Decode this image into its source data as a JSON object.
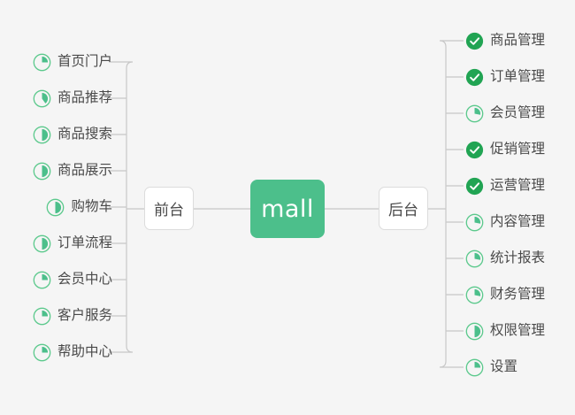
{
  "diagram": {
    "type": "mind-map",
    "background_color": "#f5f5f5",
    "root": {
      "label": "mall",
      "fill_color": "#4CBF8B",
      "text_color": "#ffffff"
    },
    "branches": [
      {
        "id": "frontend",
        "label": "前台",
        "side": "left"
      },
      {
        "id": "backend",
        "label": "后台",
        "side": "right"
      }
    ],
    "colors": {
      "accent_green": "#4CBF8B",
      "done_green": "#21A453",
      "progress_ring": "#5BC98C",
      "text": "#4a4a4a",
      "line": "#c8c8c8",
      "node_border": "#dcdcdc",
      "node_bg": "#ffffff"
    }
  },
  "frontend_items": [
    {
      "label": "首页门户",
      "icon": "progress-pie-icon",
      "progress": 25
    },
    {
      "label": "商品推荐",
      "icon": "progress-pie-icon",
      "progress": 40
    },
    {
      "label": "商品搜索",
      "icon": "progress-pie-icon",
      "progress": 50
    },
    {
      "label": "商品展示",
      "icon": "progress-pie-icon",
      "progress": 50
    },
    {
      "label": "购物车",
      "icon": "progress-pie-icon",
      "progress": 50
    },
    {
      "label": "订单流程",
      "icon": "progress-pie-icon",
      "progress": 50
    },
    {
      "label": "会员中心",
      "icon": "progress-pie-icon",
      "progress": 25
    },
    {
      "label": "客户服务",
      "icon": "progress-pie-icon",
      "progress": 25
    },
    {
      "label": "帮助中心",
      "icon": "progress-pie-icon",
      "progress": 25
    }
  ],
  "backend_items": [
    {
      "label": "商品管理",
      "icon": "check-circle-icon",
      "progress": 100
    },
    {
      "label": "订单管理",
      "icon": "check-circle-icon",
      "progress": 100
    },
    {
      "label": "会员管理",
      "icon": "progress-pie-icon",
      "progress": 28
    },
    {
      "label": "促销管理",
      "icon": "check-circle-icon",
      "progress": 100
    },
    {
      "label": "运营管理",
      "icon": "check-circle-icon",
      "progress": 100
    },
    {
      "label": "内容管理",
      "icon": "progress-pie-icon",
      "progress": 28
    },
    {
      "label": "统计报表",
      "icon": "progress-pie-icon",
      "progress": 28
    },
    {
      "label": "财务管理",
      "icon": "progress-pie-icon",
      "progress": 28
    },
    {
      "label": "权限管理",
      "icon": "progress-pie-icon",
      "progress": 50
    },
    {
      "label": "设置",
      "icon": "progress-pie-icon",
      "progress": 25
    }
  ]
}
